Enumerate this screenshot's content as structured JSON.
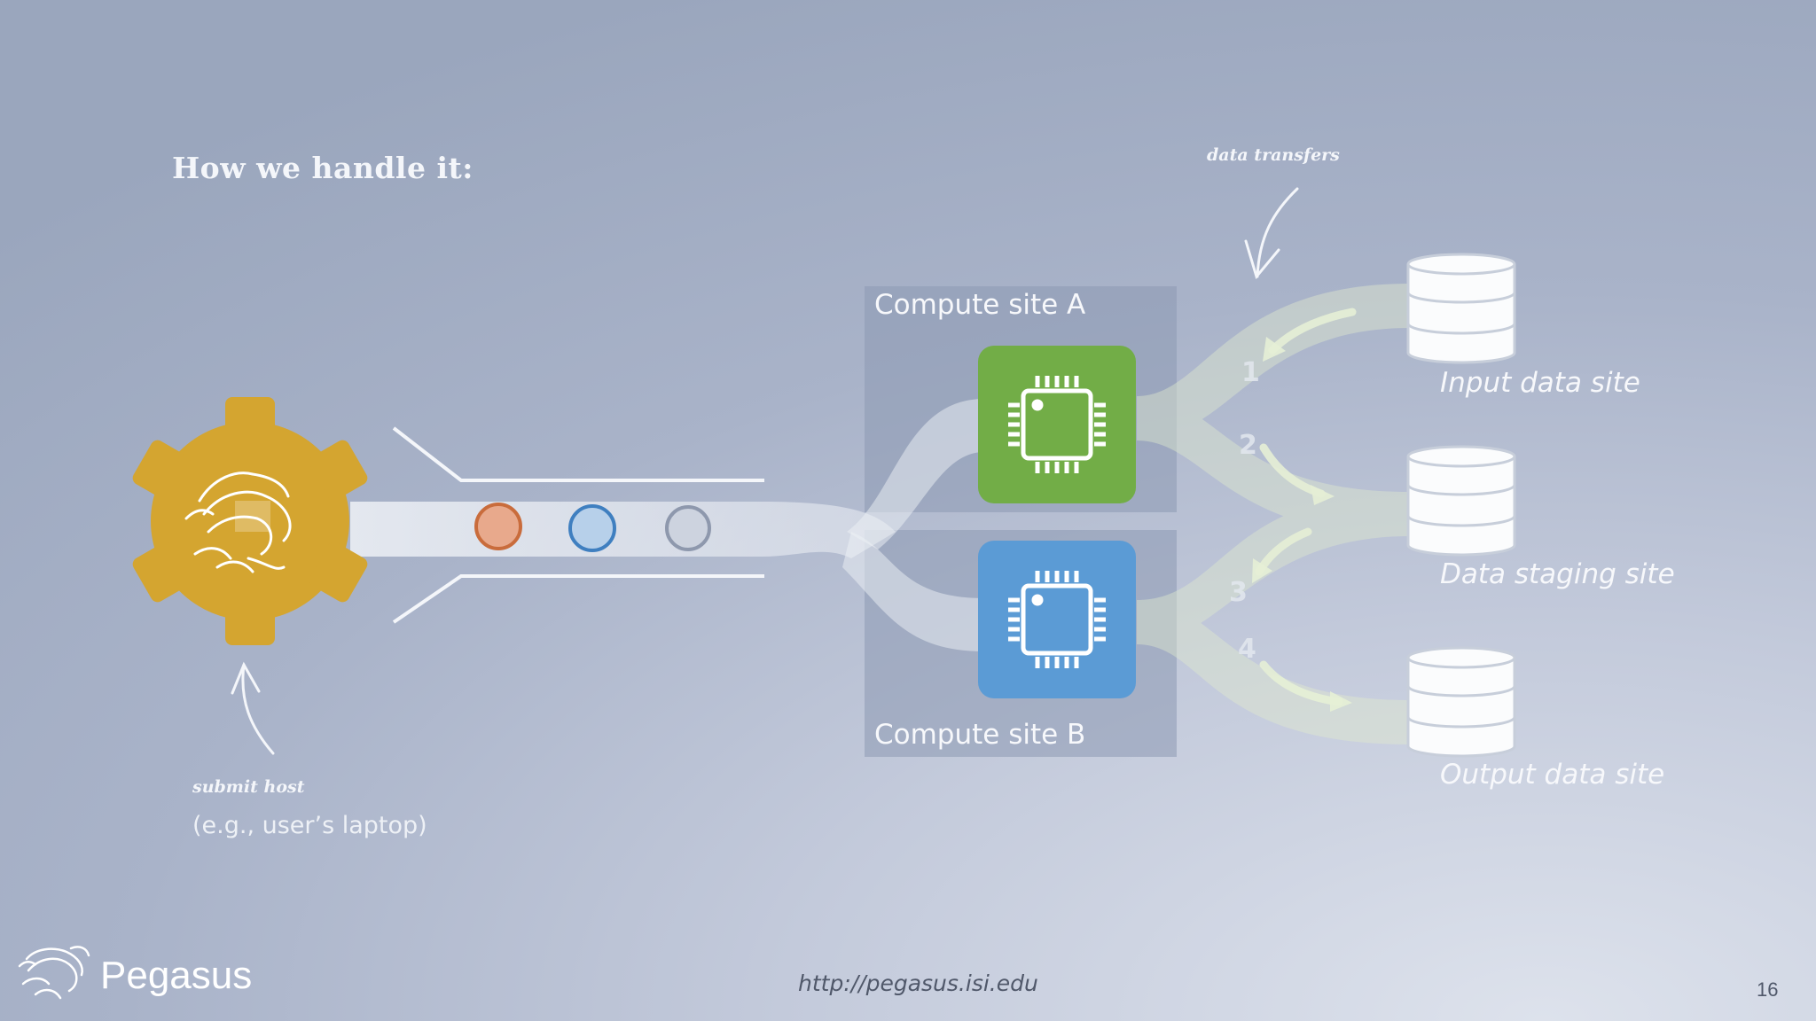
{
  "slide": {
    "heading": "How we handle it:",
    "page_number": "16",
    "url": "http://pegasus.isi.edu",
    "brand_name": "Pegasus"
  },
  "annotations": {
    "data_transfers": "data transfers",
    "submit_host": "submit host",
    "submit_host_example": "(e.g., user’s laptop)"
  },
  "compute_sites": [
    {
      "label": "Compute site A",
      "color": "#72ad47",
      "icon": "cpu-chip-icon"
    },
    {
      "label": "Compute site B",
      "color": "#5b9bd5",
      "icon": "cpu-chip-icon"
    }
  ],
  "data_sites": [
    {
      "label": "Input data site",
      "icon": "database-icon"
    },
    {
      "label": "Data staging site",
      "icon": "database-icon"
    },
    {
      "label": "Output data site",
      "icon": "database-icon"
    }
  ],
  "transfer_steps": [
    "1",
    "2",
    "3",
    "4"
  ],
  "jobs": [
    {
      "color": "#e8a98c",
      "border": "#c96c3c"
    },
    {
      "color": "#b7d0ea",
      "border": "#3f7fc0"
    },
    {
      "color": "#cdd3df",
      "border": "#8e98ad"
    }
  ],
  "colors": {
    "gear": "#d4a530",
    "site_box": "#8f9bb4"
  }
}
